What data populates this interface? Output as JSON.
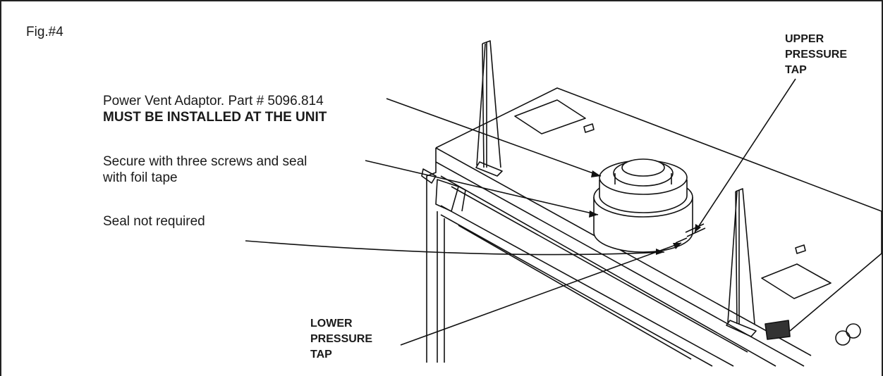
{
  "figure": {
    "label": "Fig.#4"
  },
  "annotations": {
    "adaptor": {
      "line1": "Power Vent Adaptor. Part # 5096.814",
      "line2": "MUST BE INSTALLED AT THE UNIT"
    },
    "screws": {
      "line1": "Secure with three screws and seal",
      "line2": "with foil tape"
    },
    "seal": {
      "text": "Seal not required"
    }
  },
  "callouts": {
    "upper": {
      "line1": "UPPER",
      "line2": "PRESSURE",
      "line3": "TAP"
    },
    "lower": {
      "line1": "LOWER",
      "line2": "PRESSURE",
      "line3": "TAP"
    }
  }
}
